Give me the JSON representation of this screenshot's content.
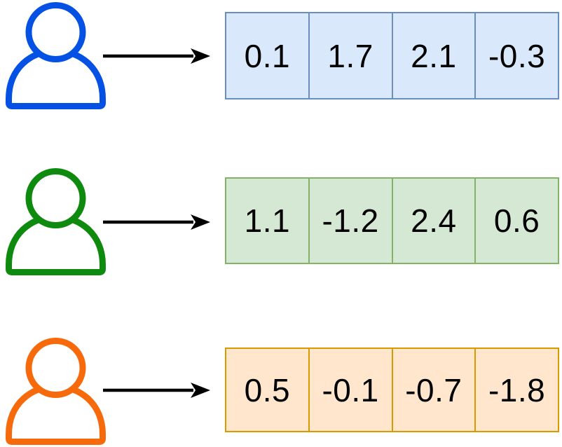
{
  "diagram": {
    "background": "#FFFFFF",
    "arrow_color": "#000000",
    "value_text_color": "#000000",
    "rows": [
      {
        "user": "blue-user",
        "user_color": "#0551E3",
        "cell_fill": "#DAE8FC",
        "cell_border": "#6C8EBF",
        "values": [
          "0.1",
          "1.7",
          "2.1",
          "-0.3"
        ]
      },
      {
        "user": "green-user",
        "user_color": "#0E8A0E",
        "cell_fill": "#D5E8D4",
        "cell_border": "#82B366",
        "values": [
          "1.1",
          "-1.2",
          "2.4",
          "0.6"
        ]
      },
      {
        "user": "orange-user",
        "user_color": "#F76A0C",
        "cell_fill": "#FFE6CC",
        "cell_border": "#D79B00",
        "values": [
          "0.5",
          "-0.1",
          "-0.7",
          "-1.8"
        ]
      }
    ]
  }
}
